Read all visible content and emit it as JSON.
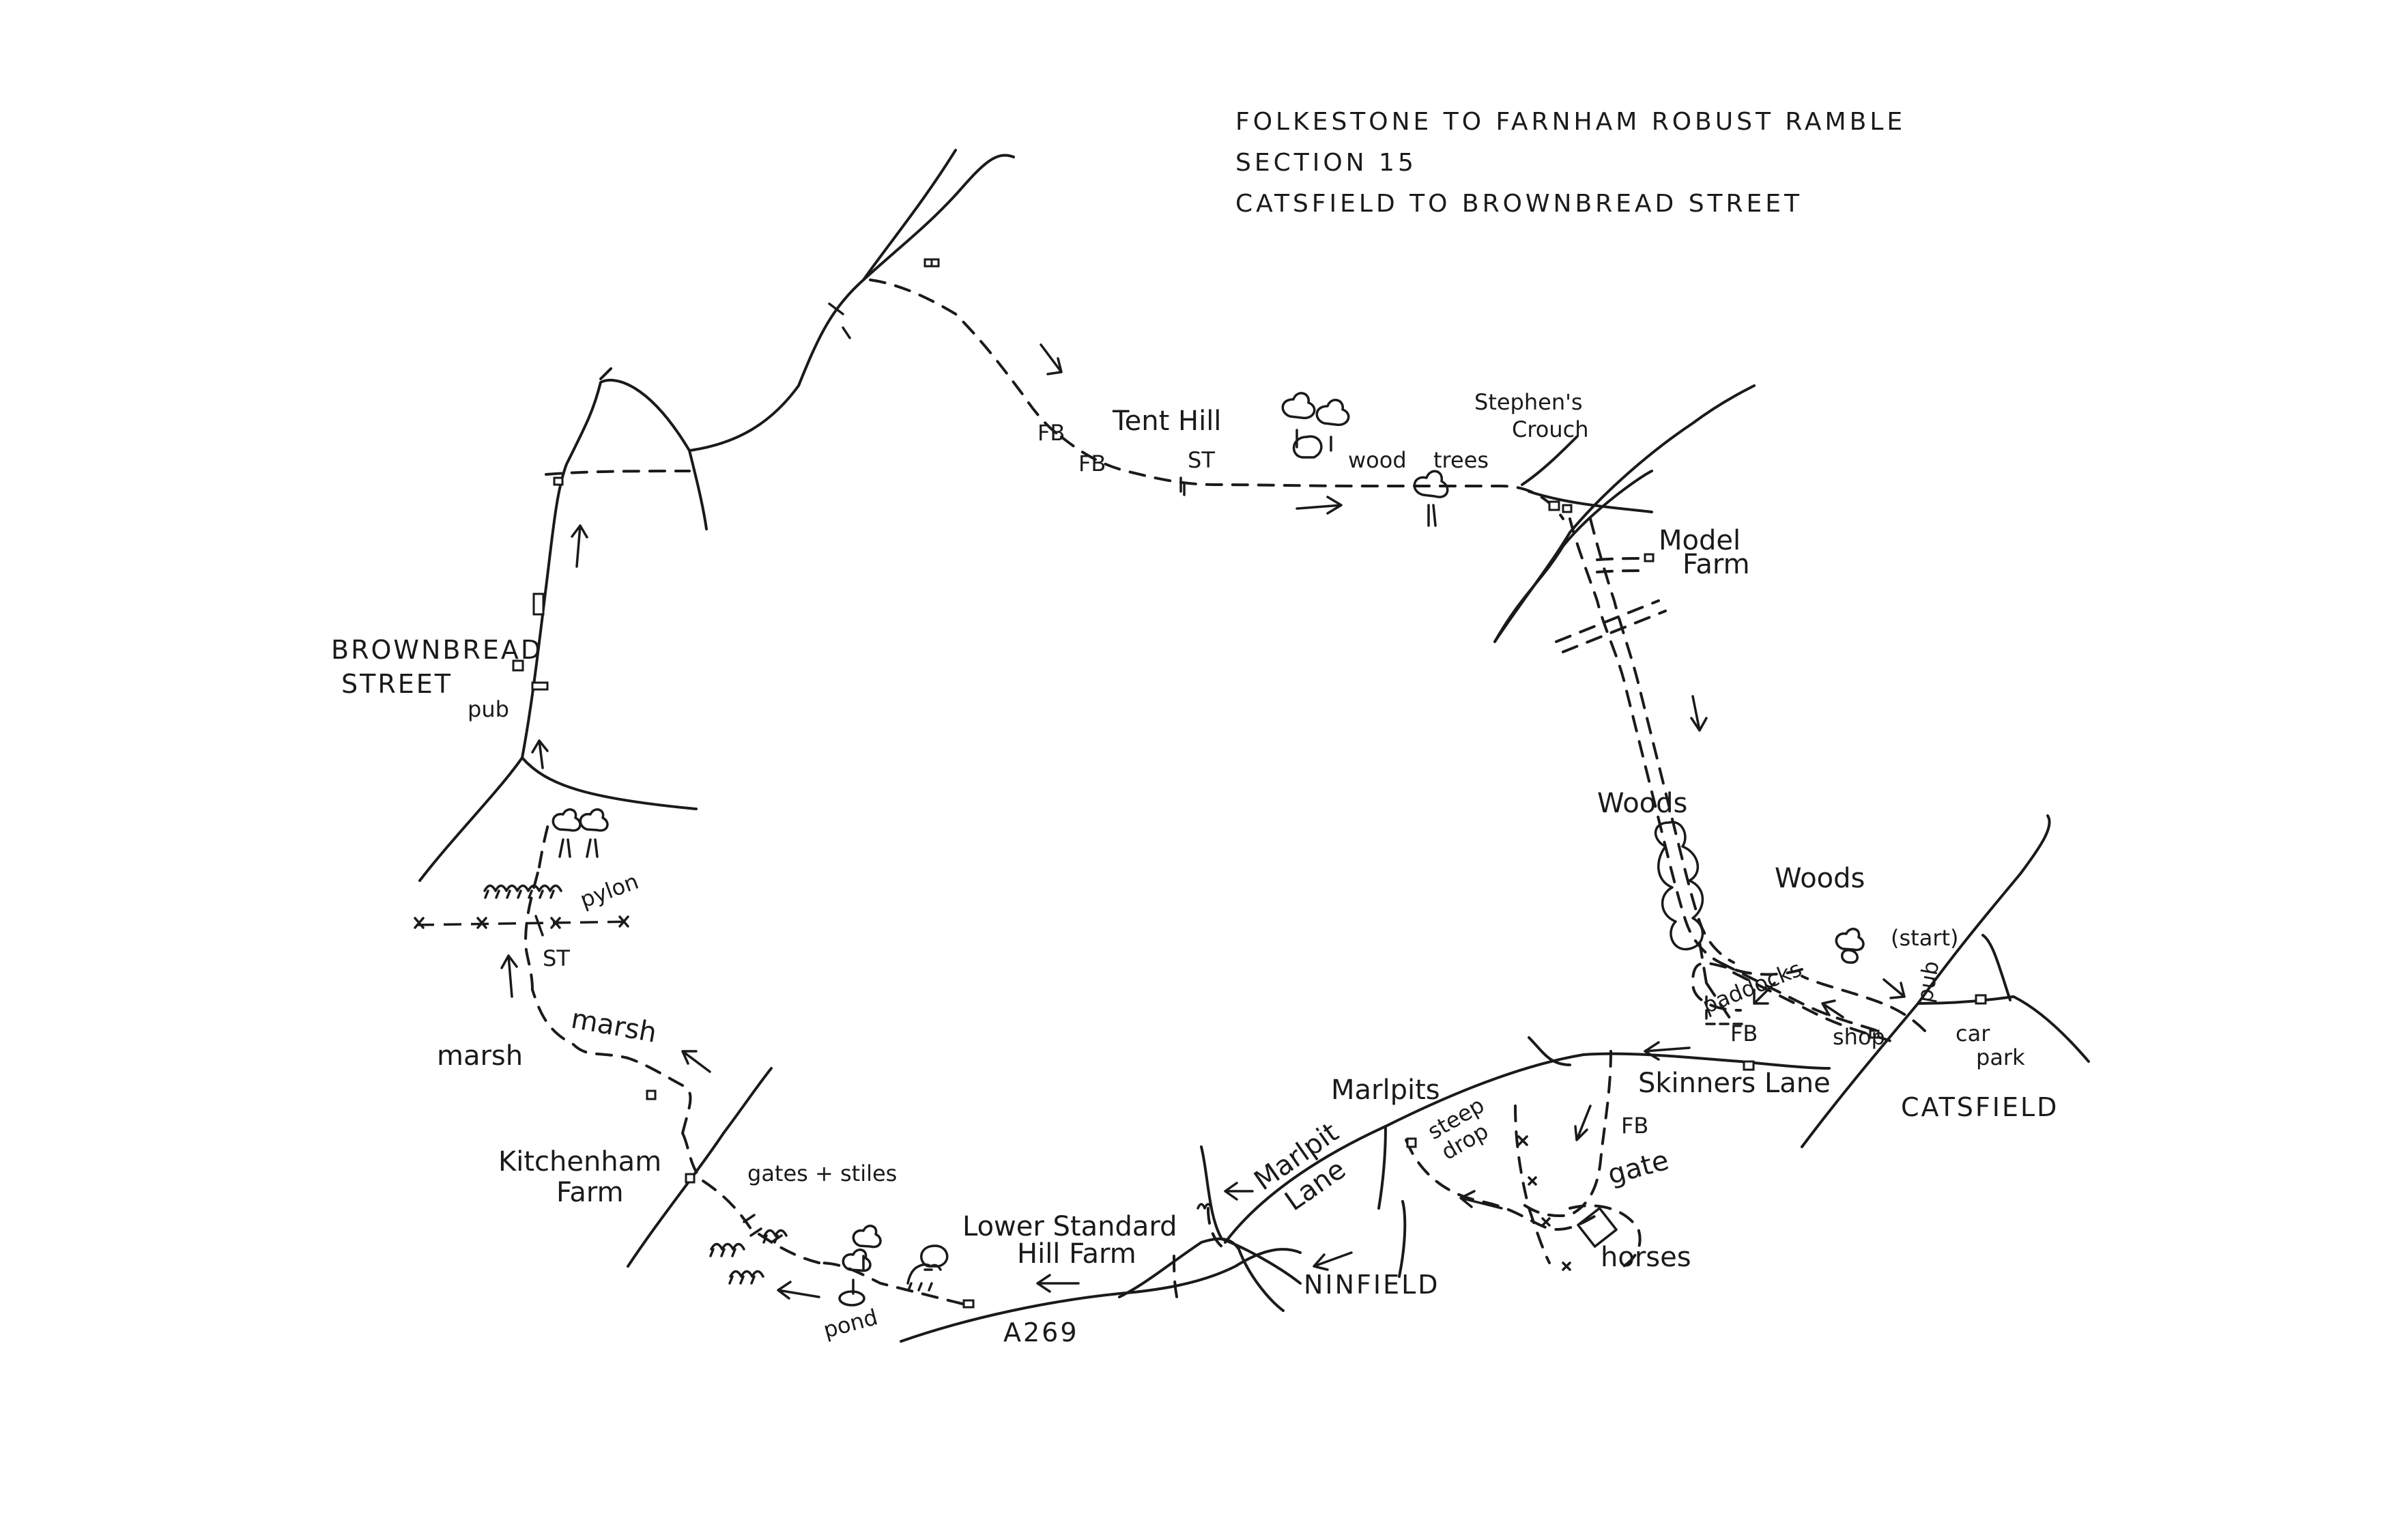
{
  "title": {
    "line1": "FOLKESTONE TO FARNHAM ROBUST RAMBLE",
    "line2": "SECTION 15",
    "line3": "CATSFIELD TO BROWNBREAD STREET"
  },
  "places": {
    "catsfield": "CATSFIELD",
    "ninfield": "NINFIELD",
    "brownbread_1": "BROWNBREAD",
    "brownbread_2": "STREET",
    "a269": "A269",
    "tent_hill": "Tent Hill",
    "stephens_1": "Stephen's",
    "stephens_2": "Crouch",
    "model_1": "Model",
    "model_2": "Farm",
    "marlpits": "Marlpits",
    "marlpit_lane_1": "Marlpit",
    "marlpit_lane_2": "Lane",
    "skinners_lane": "Skinners Lane",
    "lower_standard_1": "Lower Standard",
    "lower_standard_2": "Hill Farm",
    "kitchenham_1": "Kitchenham",
    "kitchenham_2": "Farm"
  },
  "features": {
    "pub_catsfield": "pub",
    "pub_brownbread": "pub",
    "start": "(start)",
    "shop": "shop",
    "car": "car",
    "park": "park",
    "paddocks": "paddocks",
    "fb_catsfield": "FB",
    "fb_skinners": "FB",
    "fb_tent_1": "FB",
    "fb_tent_2": "FB",
    "st_tent": "ST",
    "st_pylon": "ST",
    "woods_1": "Woods",
    "woods_2": "Woods",
    "wood": "wood",
    "trees": "trees",
    "steep": "steep",
    "drop": "drop",
    "gate": "gate",
    "horses": "horses",
    "gates_stiles": "gates + stiles",
    "pond": "pond",
    "marsh_1": "marsh",
    "marsh_2": "marsh",
    "pylon": "pylon"
  }
}
